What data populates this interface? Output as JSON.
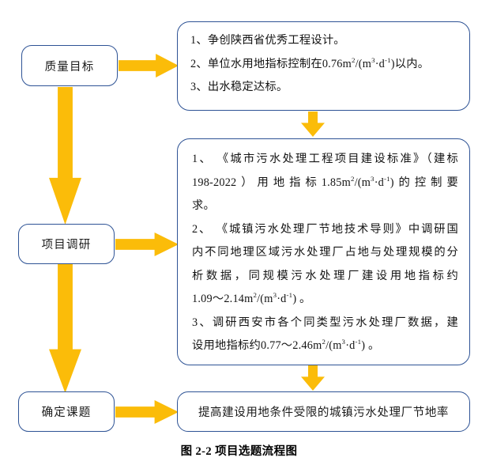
{
  "figure": {
    "caption": "图 2-2 项目选题流程图"
  },
  "theme": {
    "arrow_color": "#FBBC09",
    "box_border_color": "#2E5395",
    "background": "#FFFFFF",
    "text_color": "#141414"
  },
  "stages": [
    {
      "id": "quality-objective",
      "label": "质量目标"
    },
    {
      "id": "project-research",
      "label": "项目调研"
    },
    {
      "id": "confirm-topic",
      "label": "确定课题"
    }
  ],
  "panels": {
    "quality_objective": {
      "lines": [
        "1、争创陕西省优秀工程设计。",
        "2、单位水用地指标控制在0.76㎡/(㎥·d⁻¹)以内。",
        "3、出水稳定达标。"
      ]
    },
    "project_research": {
      "lines": [
        "1、 《城市污水处理工程项目建设标准》（建标",
        "198-2022）用地指标1.85㎡/(㎥·d⁻¹)的控制要",
        "求。",
        "2、 《城镇污水处理厂节地技术导则》中调研国",
        "内不同地理区域污水处理厂占地与处理规模的分",
        "析数据，同规模污水处理厂建设用地指标约",
        "1.09～2.14㎡/(㎥·d⁻¹) 。",
        "3、调研西安市各个同类型污水处理厂数据，建",
        "设用地指标约0.77～2.46㎡/(㎥·d⁻¹) 。"
      ]
    },
    "confirm_topic": {
      "text": "提高建设用地条件受限的城镇污水处理厂节地率"
    }
  },
  "connectors": [
    {
      "id": "quality-to-panel",
      "direction": "right"
    },
    {
      "id": "quality-to-research",
      "direction": "down"
    },
    {
      "id": "panel1-to-panel2",
      "direction": "down"
    },
    {
      "id": "research-to-panel",
      "direction": "right"
    },
    {
      "id": "research-to-topic",
      "direction": "down"
    },
    {
      "id": "panel2-to-panel3",
      "direction": "down"
    },
    {
      "id": "topic-to-panel",
      "direction": "right"
    }
  ]
}
